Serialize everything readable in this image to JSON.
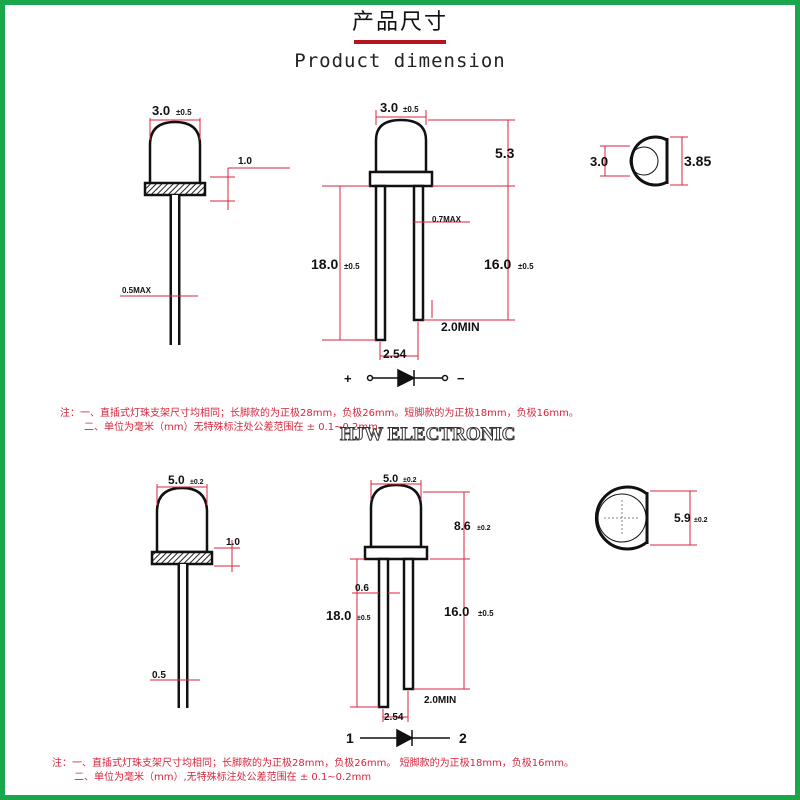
{
  "header": {
    "title_cn": "产品尺寸",
    "title_en": "Product dimension"
  },
  "watermark": "HJW ELECTRONIC",
  "colors": {
    "frame": "#1aa64a",
    "dimension_red": "#d7263d",
    "title_bar": "#b8141f"
  },
  "led3": {
    "side_width": "3.0",
    "side_width_tol": "±0.5",
    "flange": "1.0",
    "lead_thickness": "0.5MAX",
    "front_width": "3.0",
    "front_width_tol": "±0.5",
    "body_height": "5.3",
    "lead_long": "18.0",
    "lead_long_tol": "±0.5",
    "lead_short": "16.0",
    "lead_short_tol": "±0.5",
    "lead_width": "0.7MAX",
    "min_length": "2.0MIN",
    "pitch": "2.54",
    "top_inner": "3.0",
    "top_outer": "3.85",
    "polarity_plus": "+",
    "polarity_minus": "−"
  },
  "led5": {
    "side_width": "5.0",
    "side_width_tol": "±0.2",
    "flange": "1.0",
    "lead_thickness": "0.5",
    "front_width": "5.0",
    "front_width_tol": "±0.2",
    "body_height": "8.6",
    "body_height_tol": "±0.2",
    "lead_width": "0.6",
    "lead_long": "18.0",
    "lead_long_tol": "±0.5",
    "lead_short": "16.0",
    "lead_short_tol": "±0.5",
    "min_length": "2.0MIN",
    "pitch": "2.54",
    "top_outer": "5.9",
    "top_outer_tol": "±0.2",
    "pin1": "1",
    "pin2": "2"
  },
  "notes": {
    "top_line1": "注：一、直插式灯珠支架尺寸均相同；长脚款的为正极28mm，负极26mm。短脚款的为正极18mm，负极16mm。",
    "top_line2": "二、单位为毫米（mm）无特殊标注处公差范围在 ± 0.1~0.2mm",
    "bottom_line1": "注：一、直插式灯珠支架尺寸均相同；长脚款的为正极28mm，负极26mm。  短脚款的为正极18mm，负极16mm。",
    "bottom_line2": "二、单位为毫米（mm）,无特殊标注处公差范围在 ± 0.1~0.2mm"
  }
}
